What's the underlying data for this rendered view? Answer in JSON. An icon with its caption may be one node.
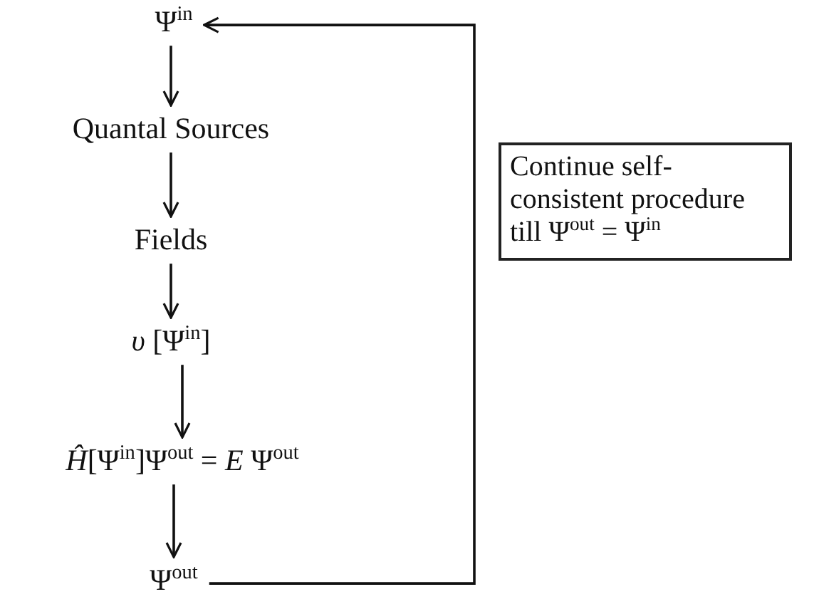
{
  "diagram": {
    "nodes": [
      {
        "text": [
          "Ψ$^{in}$"
        ]
      },
      {
        "text": [
          "Quantal Sources"
        ]
      },
      {
        "text": [
          "Fields"
        ]
      },
      {
        "text": [
          "*υ* [Ψ$^{in}$]"
        ]
      },
      {
        "text": [
          "*Ĥ*[Ψ$^{in}$]Ψ$^{out}$ = *E* Ψ$^{out}$"
        ]
      },
      {
        "text": [
          "Ψ$^{out}$"
        ]
      },
      {
        "text": [
          "Continue self-consistent procedure till Ψ$^{out}$ = Ψ$^{in}$"
        ]
      }
    ],
    "edges": [
      {
        "from": 0,
        "to": 1,
        "arrow": "to"
      },
      {
        "from": 1,
        "to": 2,
        "arrow": "to"
      },
      {
        "from": 2,
        "to": 3,
        "arrow": "to"
      },
      {
        "from": 3,
        "to": 4,
        "arrow": "to"
      },
      {
        "from": 4,
        "to": 5,
        "arrow": "to"
      },
      {
        "from": 5,
        "to": 0,
        "arrow": "to"
      }
    ]
  }
}
